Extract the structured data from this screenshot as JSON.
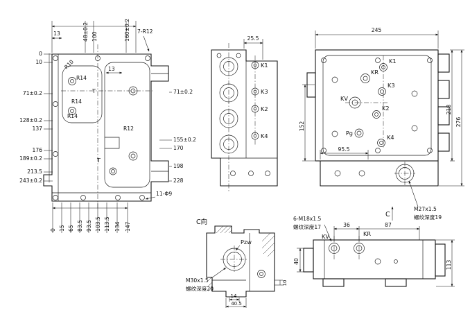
{
  "front_view": {
    "top_dims": [
      "13",
      "48±0.2",
      "100",
      "160±0.2"
    ],
    "corner_note": "7-R12",
    "left_dims": [
      "0",
      "10",
      "71±0.2",
      "128±0.2",
      "137",
      "176",
      "189±0.2",
      "213.5",
      "243±0.2"
    ],
    "right_dims": [
      "71±0.2",
      "155±0.2",
      "170",
      "198",
      "228"
    ],
    "holes_note": "11-Φ9",
    "bottom_dims": [
      "0",
      "15",
      "65",
      "83.5",
      "93.5",
      "103.5",
      "113.5",
      "134",
      "147"
    ],
    "inner_labels": {
      "r10": "R10",
      "r14a": "R14",
      "r14b": "R14",
      "r14c": "R14",
      "r12": "R12",
      "t_upper": "T",
      "t_lower": "T",
      "step13": "13"
    }
  },
  "side_view": {
    "top_dim": "25.5",
    "ports": [
      "K1",
      "K3",
      "K2",
      "K4"
    ]
  },
  "top_view": {
    "width_dim": "245",
    "height_inner": "218",
    "height_outer": "276",
    "left_dim": "152",
    "bottom_dim": "95.5",
    "ports": {
      "k1": "K1",
      "kr": "KR",
      "k3": "K3",
      "k2": "K2",
      "kv": "KV",
      "pg": "Pg",
      "k4": "K4"
    },
    "thread_note": [
      "M27x1.5",
      "螺纹深度19"
    ],
    "section_arrow": "C"
  },
  "detail_c": {
    "title": "C向",
    "port": "Pzw",
    "thread_note": [
      "M30x1.5",
      "螺纹深度20"
    ],
    "dims": {
      "w14": "14",
      "w405": "40.5",
      "h10": "10"
    }
  },
  "bottom_view": {
    "thread_note": [
      "6-M18x1.5",
      "螺纹深度17"
    ],
    "ports": {
      "kv": "KV",
      "kr": "KR"
    },
    "dims": {
      "s36": "36",
      "s87": "87",
      "h113": "113",
      "h40": "40"
    }
  }
}
